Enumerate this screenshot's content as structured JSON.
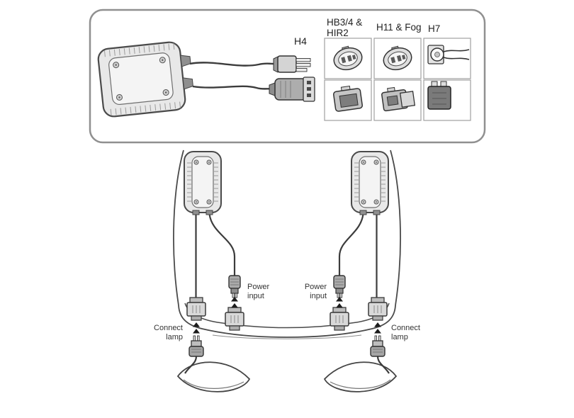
{
  "kit_panel": {
    "h4_label": "H4",
    "columns": [
      {
        "line1": "HB3/4 &",
        "line2": "HIR2"
      },
      {
        "line1": "H11 & Fog"
      },
      {
        "line1": "H7"
      }
    ]
  },
  "installation": {
    "left": {
      "power_line1": "Power",
      "power_line2": "input",
      "lamp_line1": "Connect",
      "lamp_line2": "lamp"
    },
    "right": {
      "power_line1": "Power",
      "power_line2": "input",
      "lamp_line1": "Connect",
      "lamp_line2": "lamp"
    }
  },
  "colors": {
    "line": "#444444",
    "panel_border": "#909090",
    "text": "#222222",
    "fill_light": "#e8e8e8",
    "fill_dark": "#7a7a7a"
  }
}
